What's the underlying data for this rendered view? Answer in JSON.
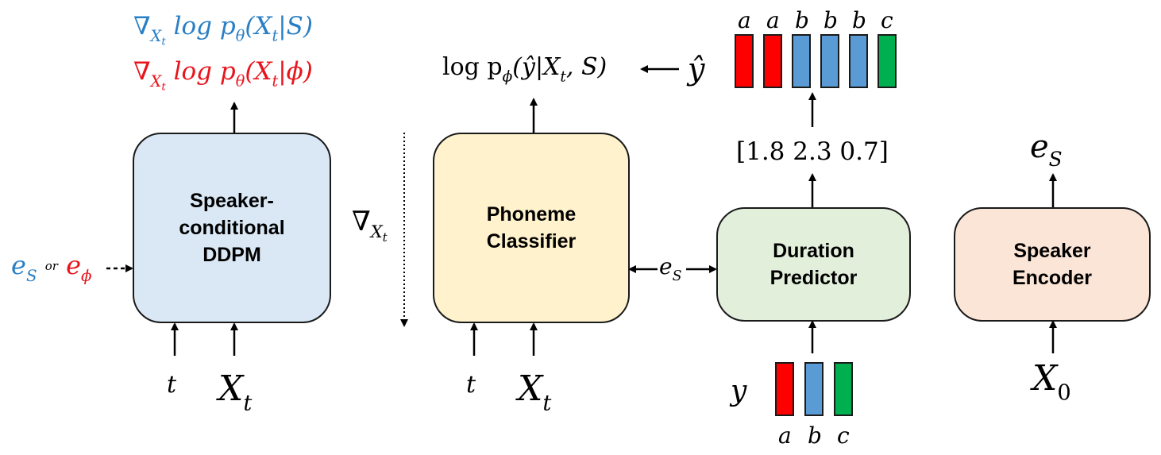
{
  "ddpm": {
    "title_line1": "Speaker-",
    "title_line2": "conditional",
    "title_line3": "DDPM",
    "output_grad": "∇",
    "output_log": "log",
    "output_p": "p",
    "output_theta": "θ",
    "out1_cond": "(X",
    "out1_tail": "|S)",
    "out2_tail": "|ϕ)",
    "sub_x": "X",
    "sub_t": "t",
    "input_t": "t",
    "input_x": "X",
    "input_x_sub": "t",
    "cond_es": "e",
    "cond_es_sub": "S",
    "cond_or": "or",
    "cond_ephi": "e",
    "cond_ephi_sub": "ϕ"
  },
  "gradient_label": {
    "nabla": "∇",
    "sub_x": "X",
    "sub_t": "t"
  },
  "classifier": {
    "title_line1": "Phoneme",
    "title_line2": "Classifier",
    "output_text": "log p",
    "output_sub": "ϕ",
    "output_args": "(ŷ|X",
    "output_args_sub": "t",
    "output_args_tail": ", S)",
    "input_t": "t",
    "input_x": "X",
    "input_x_sub": "t",
    "es_link": "e",
    "es_link_sub": "S"
  },
  "yhat": {
    "symbol": "ŷ",
    "letters": [
      "a",
      "a",
      "b",
      "b",
      "b",
      "c"
    ],
    "bar_colors": [
      "#fe0000",
      "#fe0000",
      "#5b9bd5",
      "#5b9bd5",
      "#5b9bd5",
      "#00b050"
    ]
  },
  "duration": {
    "title_line1": "Duration",
    "title_line2": "Predictor",
    "values_text": "[1.8  2.3  0.7]",
    "input_symbol": "y",
    "input_letters": [
      "a",
      "b",
      "c"
    ],
    "input_bar_colors": [
      "#fe0000",
      "#5b9bd5",
      "#00b050"
    ]
  },
  "speaker_encoder": {
    "title_line1": "Speaker",
    "title_line2": "Encoder",
    "output": "e",
    "output_sub": "S",
    "input": "X",
    "input_sub": "0"
  },
  "colors": {
    "ddpm_fill": "#dae8f5",
    "classifier_fill": "#fff2cc",
    "duration_fill": "#e2efda",
    "encoder_fill": "#fbe5d6"
  }
}
